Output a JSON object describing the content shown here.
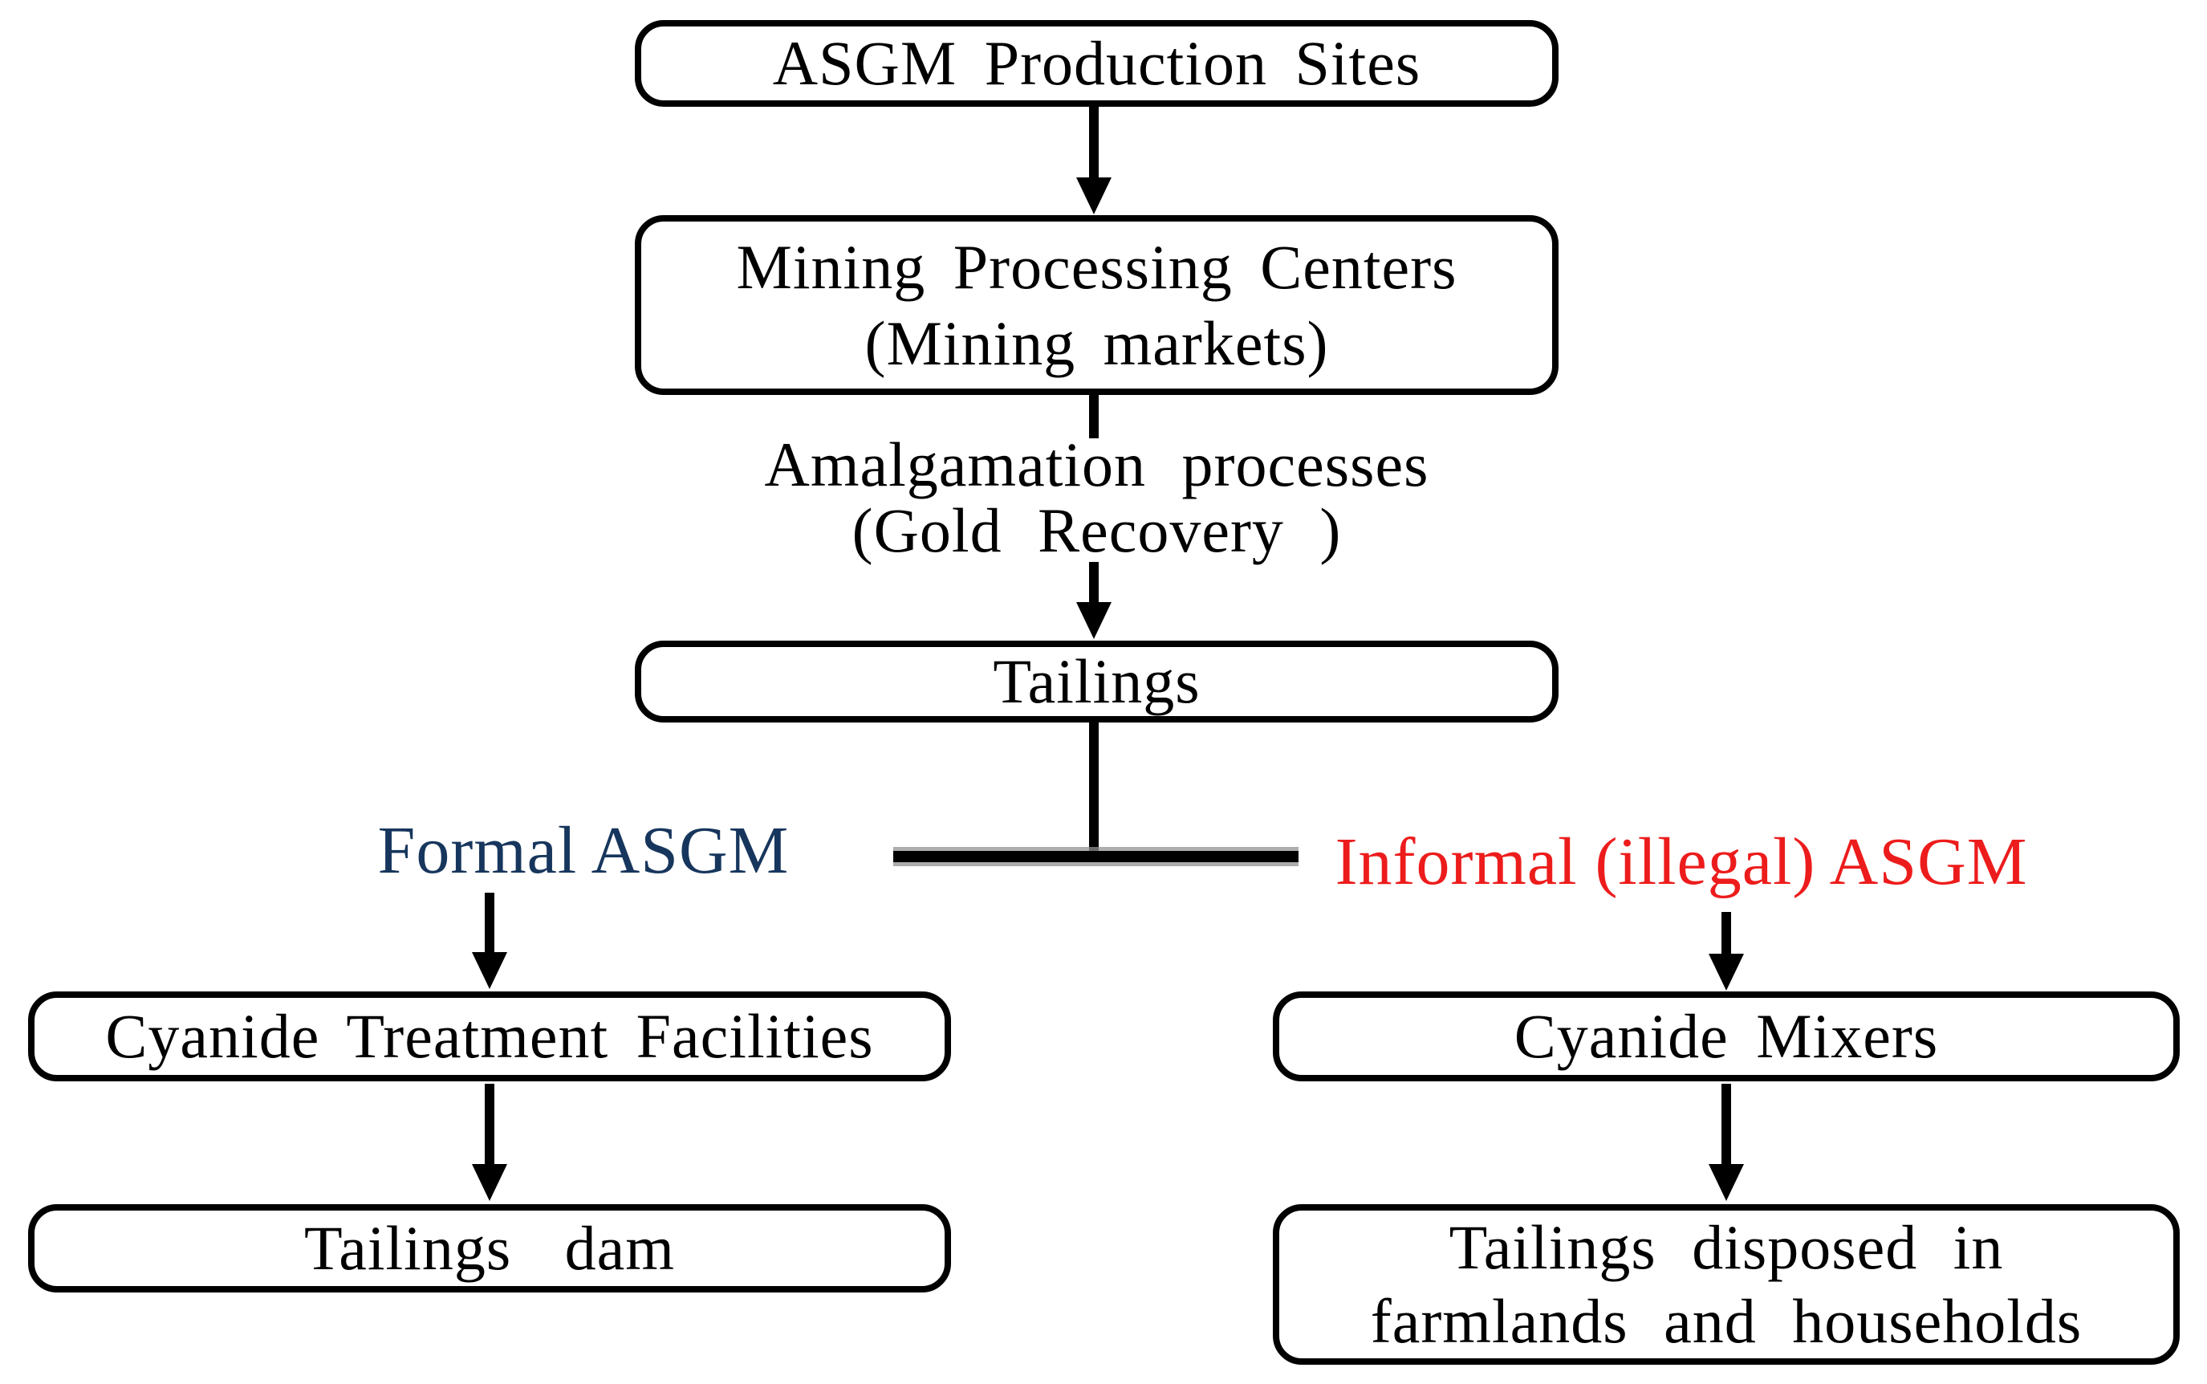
{
  "figure": {
    "background": "#FFFFFF",
    "colors": {
      "box_border": "#000000",
      "box_text": "#000000",
      "connector": "#000000",
      "formal_branch_text": "#17365D",
      "informal_branch_text": "#ED1C1C"
    },
    "nodes": {
      "asgm_production_sites": {
        "label": "ASGM Production Sites"
      },
      "mining_processing_centers": {
        "line1": "Mining Processing Centers",
        "line2": "(Mining markets)"
      },
      "amalgamation_processes": {
        "line1": "Amalgamation processes",
        "line2": "(Gold Recovery )"
      },
      "tailings": {
        "label": "Tailings"
      },
      "formal_asgm": {
        "label": "Formal ASGM"
      },
      "informal_asgm": {
        "label": "Informal (illegal) ASGM"
      },
      "cyanide_treatment_facilities": {
        "label": "Cyanide Treatment Facilities"
      },
      "tailings_dam": {
        "label": "Tailings dam"
      },
      "cyanide_mixers": {
        "label": "Cyanide Mixers"
      },
      "tailings_disposed": {
        "line1": "Tailings disposed in",
        "line2": "farmlands and households"
      }
    },
    "edges": [
      {
        "from": "asgm_production_sites",
        "to": "mining_processing_centers",
        "style": "arrow"
      },
      {
        "from": "mining_processing_centers",
        "to": "amalgamation_processes",
        "style": "line"
      },
      {
        "from": "amalgamation_processes",
        "to": "tailings",
        "style": "arrow"
      },
      {
        "from": "tailings",
        "to": "branch_junction",
        "style": "line"
      },
      {
        "from": "branch_junction",
        "to": "formal_asgm",
        "style": "line"
      },
      {
        "from": "branch_junction",
        "to": "informal_asgm",
        "style": "line"
      },
      {
        "from": "formal_asgm",
        "to": "cyanide_treatment_facilities",
        "style": "arrow"
      },
      {
        "from": "cyanide_treatment_facilities",
        "to": "tailings_dam",
        "style": "arrow"
      },
      {
        "from": "informal_asgm",
        "to": "cyanide_mixers",
        "style": "arrow"
      },
      {
        "from": "cyanide_mixers",
        "to": "tailings_disposed",
        "style": "arrow"
      }
    ]
  }
}
